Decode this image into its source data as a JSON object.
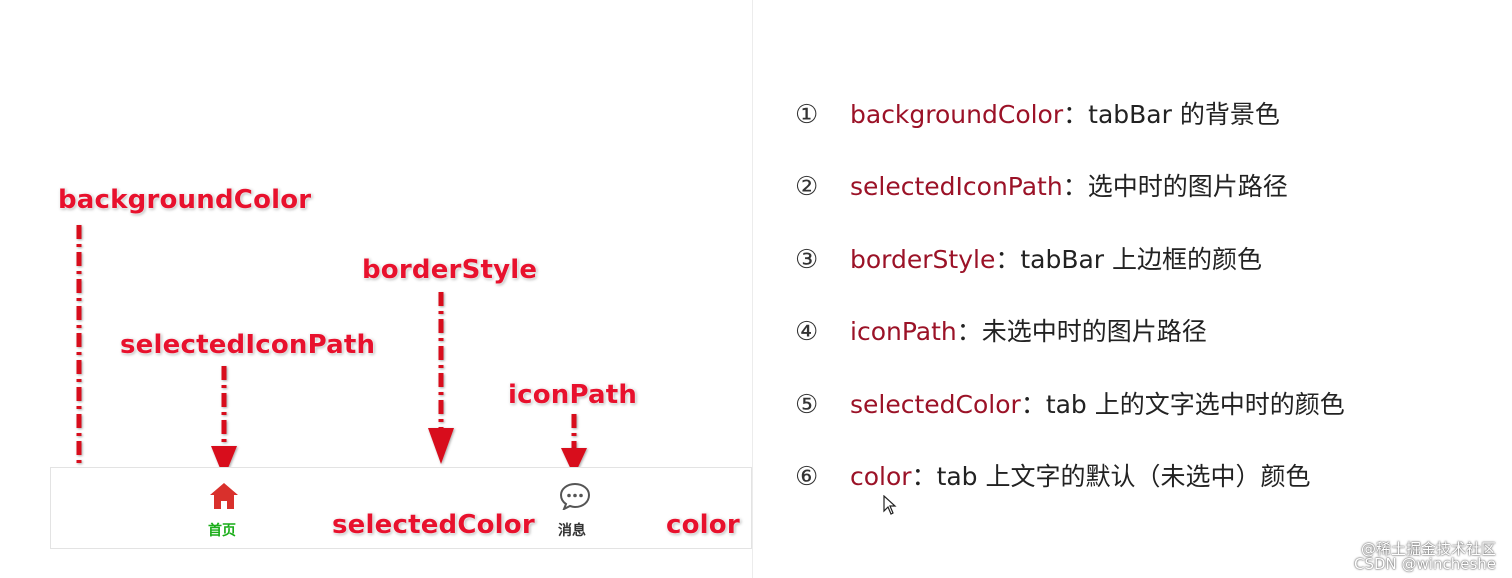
{
  "callouts": {
    "background_color": "backgroundColor",
    "border_style": "borderStyle",
    "selected_icon_path": "selectedIconPath",
    "icon_path": "iconPath",
    "selected_color": "selectedColor",
    "color": "color"
  },
  "tabbar": {
    "tabs": [
      {
        "label": "首页",
        "icon": "home-icon",
        "state": "selected",
        "label_color": "#1aad19",
        "icon_color": "#d9302c"
      },
      {
        "label": "消息",
        "icon": "chat-bubble-icon",
        "state": "unselected",
        "label_color": "#333333",
        "icon_color": "#555555"
      }
    ]
  },
  "legend": {
    "items": [
      {
        "num": "①",
        "key": "backgroundColor",
        "desc": "：tabBar 的背景色"
      },
      {
        "num": "②",
        "key": "selectedIconPath",
        "desc": "：选中时的图片路径"
      },
      {
        "num": "③",
        "key": "borderStyle",
        "desc": "：tabBar 上边框的颜色"
      },
      {
        "num": "④",
        "key": "iconPath",
        "desc": "：未选中时的图片路径"
      },
      {
        "num": "⑤",
        "key": "selectedColor",
        "desc": "：tab 上的文字选中时的颜色"
      },
      {
        "num": "⑥",
        "key": "color",
        "desc": "：tab 上文字的默认（未选中）颜色"
      }
    ]
  },
  "watermark": {
    "line1": "@稀土掘金技术社区",
    "line2": "CSDN @wincheshe"
  },
  "colors": {
    "callout_red": "#e8112d",
    "key_red": "#9b1227",
    "selected_green": "#1aad19"
  }
}
